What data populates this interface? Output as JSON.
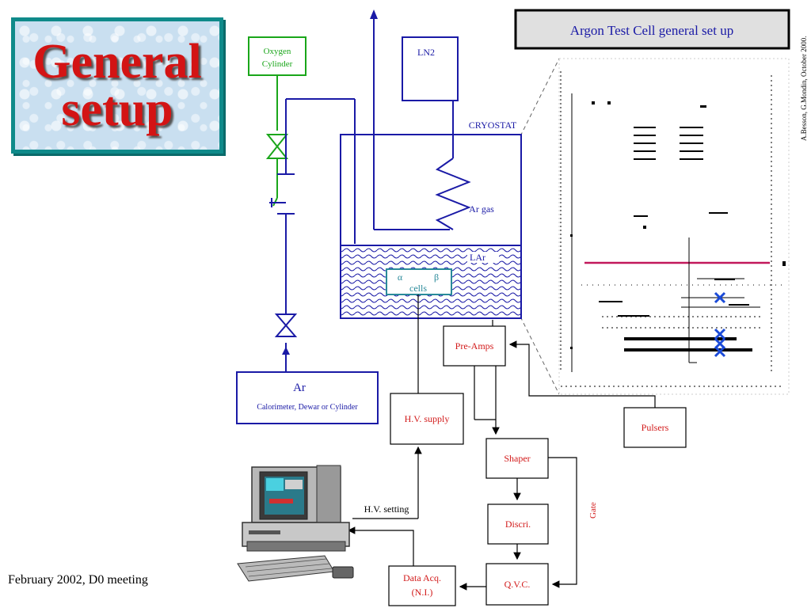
{
  "title": {
    "line1": "General",
    "line2": "setup"
  },
  "footer": "February 2002, D0 meeting",
  "argon_banner": "Argon Test Cell general set up",
  "author_note": "A.Besson, G.Mondin, October 2000.",
  "labels": {
    "oxygen_line1": "Oxygen",
    "oxygen_line2": "Cylinder",
    "ln2": "LN2",
    "cryostat": "CRYOSTAT",
    "argas": "Ar gas",
    "lar": "LAr",
    "alpha": "α",
    "beta": "β",
    "cells": "cells",
    "preamps": "Pre-Amps",
    "ar": "Ar",
    "ar_sub": "Calorimeter, Dewar or Cylinder",
    "hv_supply": "H.V. supply",
    "pulsers": "Pulsers",
    "shaper": "Shaper",
    "hv_setting": "H.V. setting",
    "gate": "Gate",
    "discri": "Discri.",
    "data_acq_line1": "Data Acq.",
    "data_acq_line2": "(N.I.)",
    "qvc": "Q.V.C."
  },
  "colors": {
    "title_red": "#d31414",
    "diagram_blue": "#1a1aa6",
    "box_red": "#d21a1a",
    "oxygen_green": "#1aa61a",
    "frame_teal": "#0f8a8a"
  }
}
